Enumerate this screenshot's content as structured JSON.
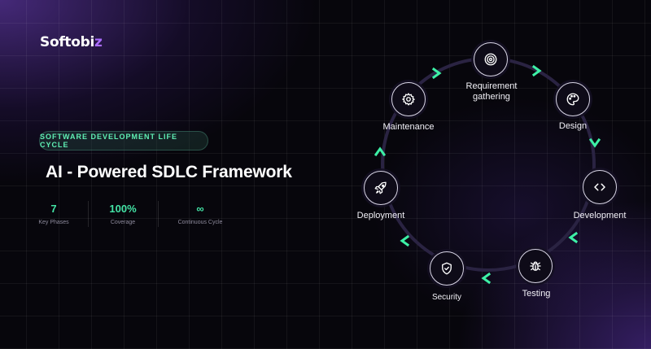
{
  "brand": {
    "name_main": "Softobi",
    "name_accent": "z"
  },
  "badge": {
    "text": "SOFTWARE DEVELOPMENT LIFE CYCLE"
  },
  "headline": {
    "text": "AI - Powered SDLC Framework"
  },
  "stats": [
    {
      "value": "7",
      "label": "Key Phases"
    },
    {
      "value": "100%",
      "label": "Coverage"
    },
    {
      "value": "∞",
      "label": "Continuous Cycle"
    }
  ],
  "cycle": {
    "phases": [
      {
        "label": "Requirement gathering",
        "line1": "Requirement",
        "line2": "gathering",
        "icon": "target-icon"
      },
      {
        "label": "Design",
        "icon": "palette-icon"
      },
      {
        "label": "Development",
        "icon": "code-icon"
      },
      {
        "label": "Testing",
        "icon": "bug-icon"
      },
      {
        "label": "Security",
        "icon": "shield-icon"
      },
      {
        "label": "Deployment",
        "icon": "rocket-icon"
      },
      {
        "label": "Maintenance",
        "icon": "gear-icon"
      }
    ],
    "ring_color": "#2a2342",
    "arrow_color": "#3df0a6"
  },
  "colors": {
    "accent_green": "#43e3a5",
    "brand_purple": "#a96cff",
    "text": "#ffffff"
  }
}
